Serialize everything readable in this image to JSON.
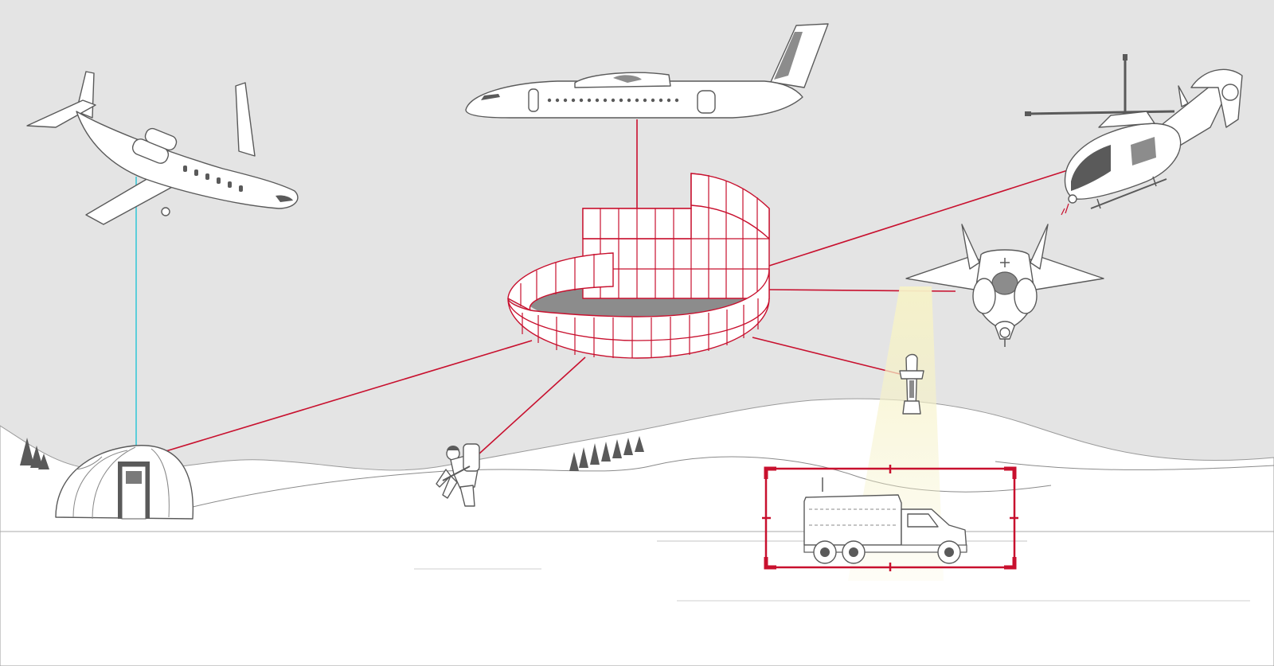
{
  "colors": {
    "sky": "#e4e4e4",
    "ground": "#ffffff",
    "link": "#c8102e",
    "laser": "#2ec7d6",
    "outline": "#5a5a5a",
    "fill_dark": "#8c8c8c",
    "sensor_beam": "#f6f2c8"
  },
  "scene": {
    "hub": {
      "shape": "segmented cylindrical wall",
      "icon": "data-hub-cylinder-icon"
    },
    "nodes": [
      {
        "id": "business-jet",
        "icon": "business-jet-icon",
        "link": "laser"
      },
      {
        "id": "turboprop-airliner",
        "icon": "turboprop-airliner-icon",
        "link": "hub"
      },
      {
        "id": "helicopter",
        "icon": "helicopter-icon",
        "link": "hub"
      },
      {
        "id": "fighter-jet",
        "icon": "fighter-jet-icon",
        "link": "hub"
      },
      {
        "id": "guided-munition",
        "icon": "guided-munition-icon",
        "link": "hub"
      },
      {
        "id": "shelter",
        "icon": "dome-shelter-icon",
        "link": "hub"
      },
      {
        "id": "soldier",
        "icon": "kneeling-soldier-icon",
        "link": "hub"
      },
      {
        "id": "target-truck",
        "icon": "armored-truck-icon",
        "link": "none"
      }
    ],
    "target_reticle": {
      "icon": "target-reticle-icon"
    },
    "terrain": [
      "snow-hills",
      "pine-trees-icon"
    ]
  }
}
